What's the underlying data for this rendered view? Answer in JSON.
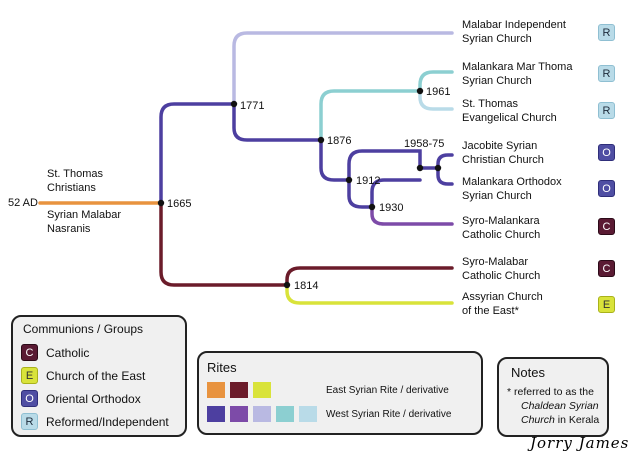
{
  "colors": {
    "orange": "#e8933f",
    "maroon": "#6b1c2a",
    "indigo": "#4d3fa0",
    "lavender": "#b9b9e2",
    "teal": "#8ccfd1",
    "lightblue": "#b9dbe8",
    "violet": "#7d4ba8",
    "yellow": "#d9e33a"
  },
  "root": {
    "year": "52 AD",
    "line1a": "St. Thomas",
    "line1b": "Christians",
    "line2a": "Syrian Malabar",
    "line2b": "Nasranis"
  },
  "years": {
    "y1665": "1665",
    "y1771": "1771",
    "y1876": "1876",
    "y1961": "1961",
    "y1958": "1958-75",
    "y1912": "1912",
    "y1930": "1930",
    "y1814": "1814"
  },
  "churches": [
    {
      "line1": "Malabar Independent",
      "line2": "Syrian Church",
      "badge": "R"
    },
    {
      "line1": "Malankara Mar Thoma",
      "line2": "Syrian Church",
      "badge": "R"
    },
    {
      "line1": "St. Thomas",
      "line2": "Evangelical Church",
      "badge": "R"
    },
    {
      "line1": "Jacobite Syrian",
      "line2": "Christian Church",
      "badge": "O"
    },
    {
      "line1": "Malankara Orthodox",
      "line2": "Syrian Church",
      "badge": "O"
    },
    {
      "line1": "Syro-Malankara",
      "line2": "Catholic Church",
      "badge": "C"
    },
    {
      "line1": "Syro-Malabar",
      "line2": "Catholic Church",
      "badge": "C"
    },
    {
      "line1": "Assyrian Church",
      "line2": "of the East*",
      "badge": "E"
    }
  ],
  "communions": {
    "title": "Communions / Groups",
    "items": [
      {
        "letter": "C",
        "label": "Catholic"
      },
      {
        "letter": "E",
        "label": "Church of the East"
      },
      {
        "letter": "O",
        "label": "Oriental Orthodox"
      },
      {
        "letter": "R",
        "label": "Reformed/Independent"
      }
    ]
  },
  "rites": {
    "title": "Rites",
    "east_label": "East Syrian Rite / derivative",
    "west_label": "West Syrian Rite / derivative",
    "east_swatches": [
      "#e8933f",
      "#6b1c2a",
      "#d9e33a"
    ],
    "west_swatches": [
      "#4d3fa0",
      "#7d4ba8",
      "#b9b9e2",
      "#8ccfd1",
      "#b9dbe8"
    ]
  },
  "notes": {
    "title": "Notes",
    "line1": "* referred to as the",
    "line2": "Chaldean Syrian",
    "line3": "Church in Kerala"
  },
  "signature": "Jorry James"
}
